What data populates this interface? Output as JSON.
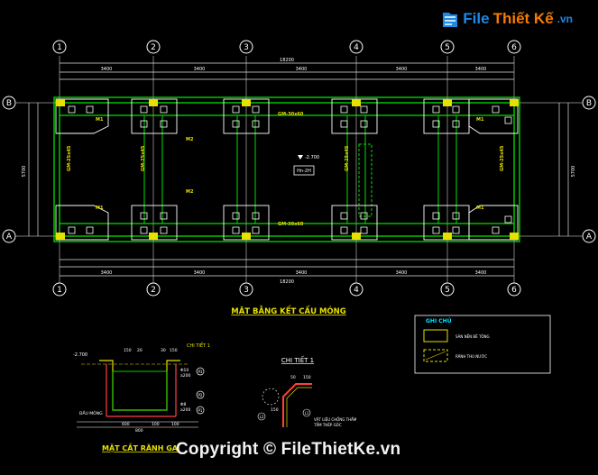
{
  "watermark": {
    "brand_part1": "File",
    "brand_part2": "Thiết Kế",
    "brand_part3": ".vn"
  },
  "copyright": "Copyright © FileThietKe.vn",
  "plan": {
    "title": "MẶT BẰNG KẾT CẤU MÓNG",
    "axes_numbers": [
      "1",
      "2",
      "3",
      "4",
      "5",
      "6"
    ],
    "axes_letters": [
      "A",
      "B"
    ],
    "total_length": "18200",
    "span_dims": [
      "3400",
      "3400",
      "3400",
      "3400",
      "3400"
    ],
    "depth_dim": "5700",
    "level_tag": "-2.700",
    "center_tag": "Hn-2H",
    "grade_beam_tags": [
      "GM-30x60",
      "GM-30x60"
    ],
    "footing_tags": [
      "M1",
      "M2",
      "M2",
      "M1",
      "M1",
      "M1"
    ],
    "vertical_tags": [
      "GM-25x45",
      "GM-25x45",
      "GM-25x45",
      "GM-25x45"
    ]
  },
  "legend": {
    "title": "GHI CHÚ",
    "item1": "SÀN NỀN BÊ TÔNG",
    "item2": "RÃNH THU NƯỚC"
  },
  "section": {
    "title": "MẶT CẮT RÃNH GA",
    "level": "-2.700",
    "detail_ref": "CHI TIẾT 1",
    "dims_top": [
      "150",
      "20",
      "30",
      "150"
    ],
    "dims_bottom": [
      "600",
      "100",
      "100"
    ],
    "total_bottom": "800",
    "rebar_tags": [
      "Φ10",
      "a200",
      "Φ8",
      "a200"
    ],
    "foot_label": "ĐẦU MÓNG",
    "markers": [
      "P1",
      "P2",
      "P3"
    ]
  },
  "detail": {
    "title": "CHI TIẾT 1",
    "note1": "VẬT LIỆU CHỐNG THẤM",
    "note2": "TẤM THÉP GÓC",
    "dims": [
      "50",
      "150",
      "150"
    ],
    "markers": [
      "L1",
      "L2"
    ]
  }
}
